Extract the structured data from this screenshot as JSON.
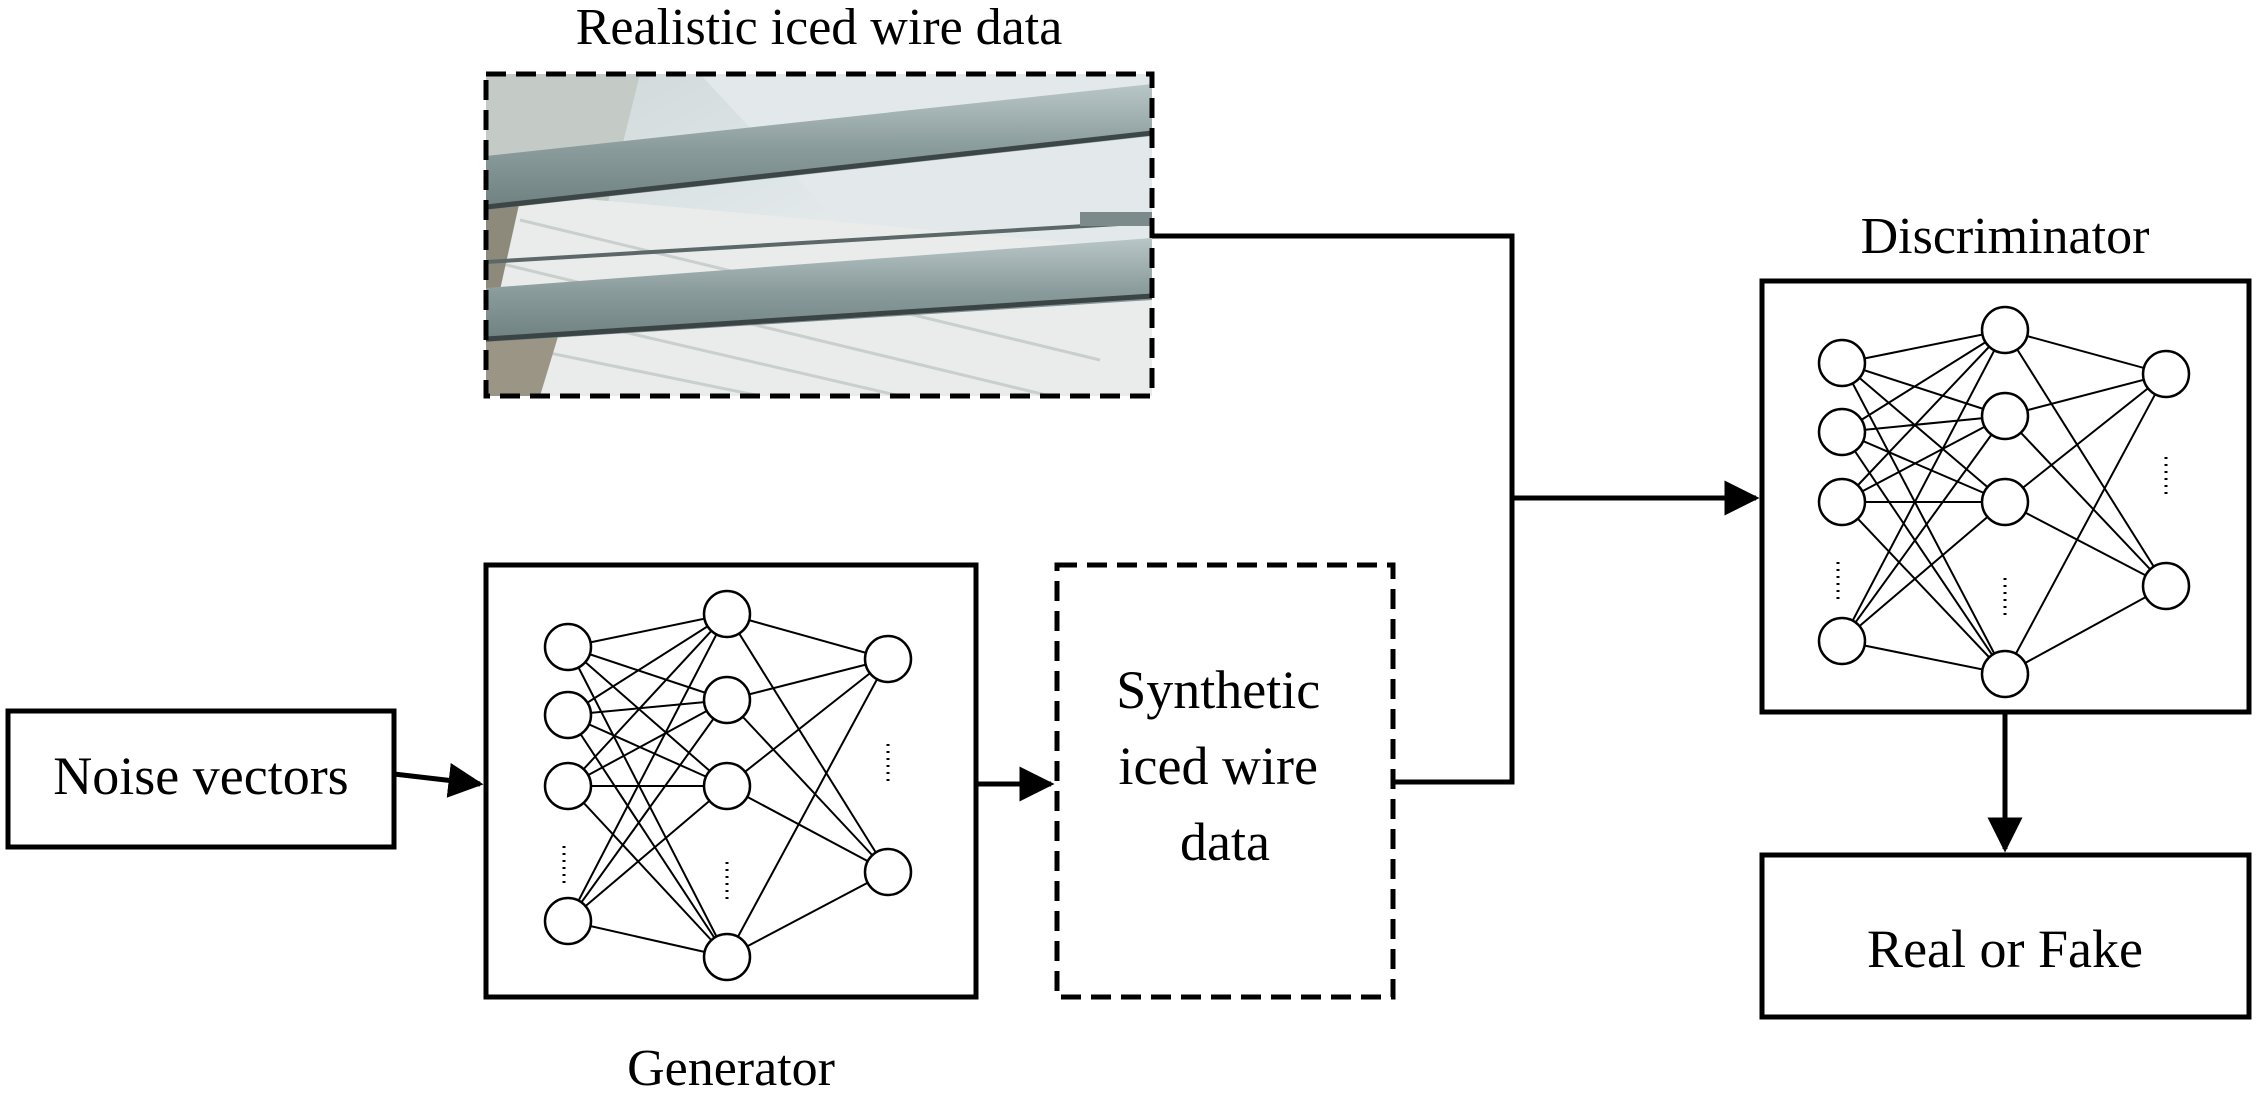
{
  "labels": {
    "real_data": "Realistic iced wire data",
    "discriminator": "Discriminator",
    "noise": "Noise vectors",
    "synthetic": [
      "Synthetic",
      "iced wire",
      "data"
    ],
    "generator": "Generator",
    "output": "Real or Fake"
  },
  "colors": {
    "stroke": "#000000",
    "background": "#ffffff",
    "photo_sky": "#dfe6e8",
    "photo_wire": "#97a7a8",
    "photo_snow": "#eef1ef"
  },
  "icons": {
    "real_data_image": "photo-of-iced-power-lines",
    "neural_network": "fully-connected-network-glyph"
  }
}
